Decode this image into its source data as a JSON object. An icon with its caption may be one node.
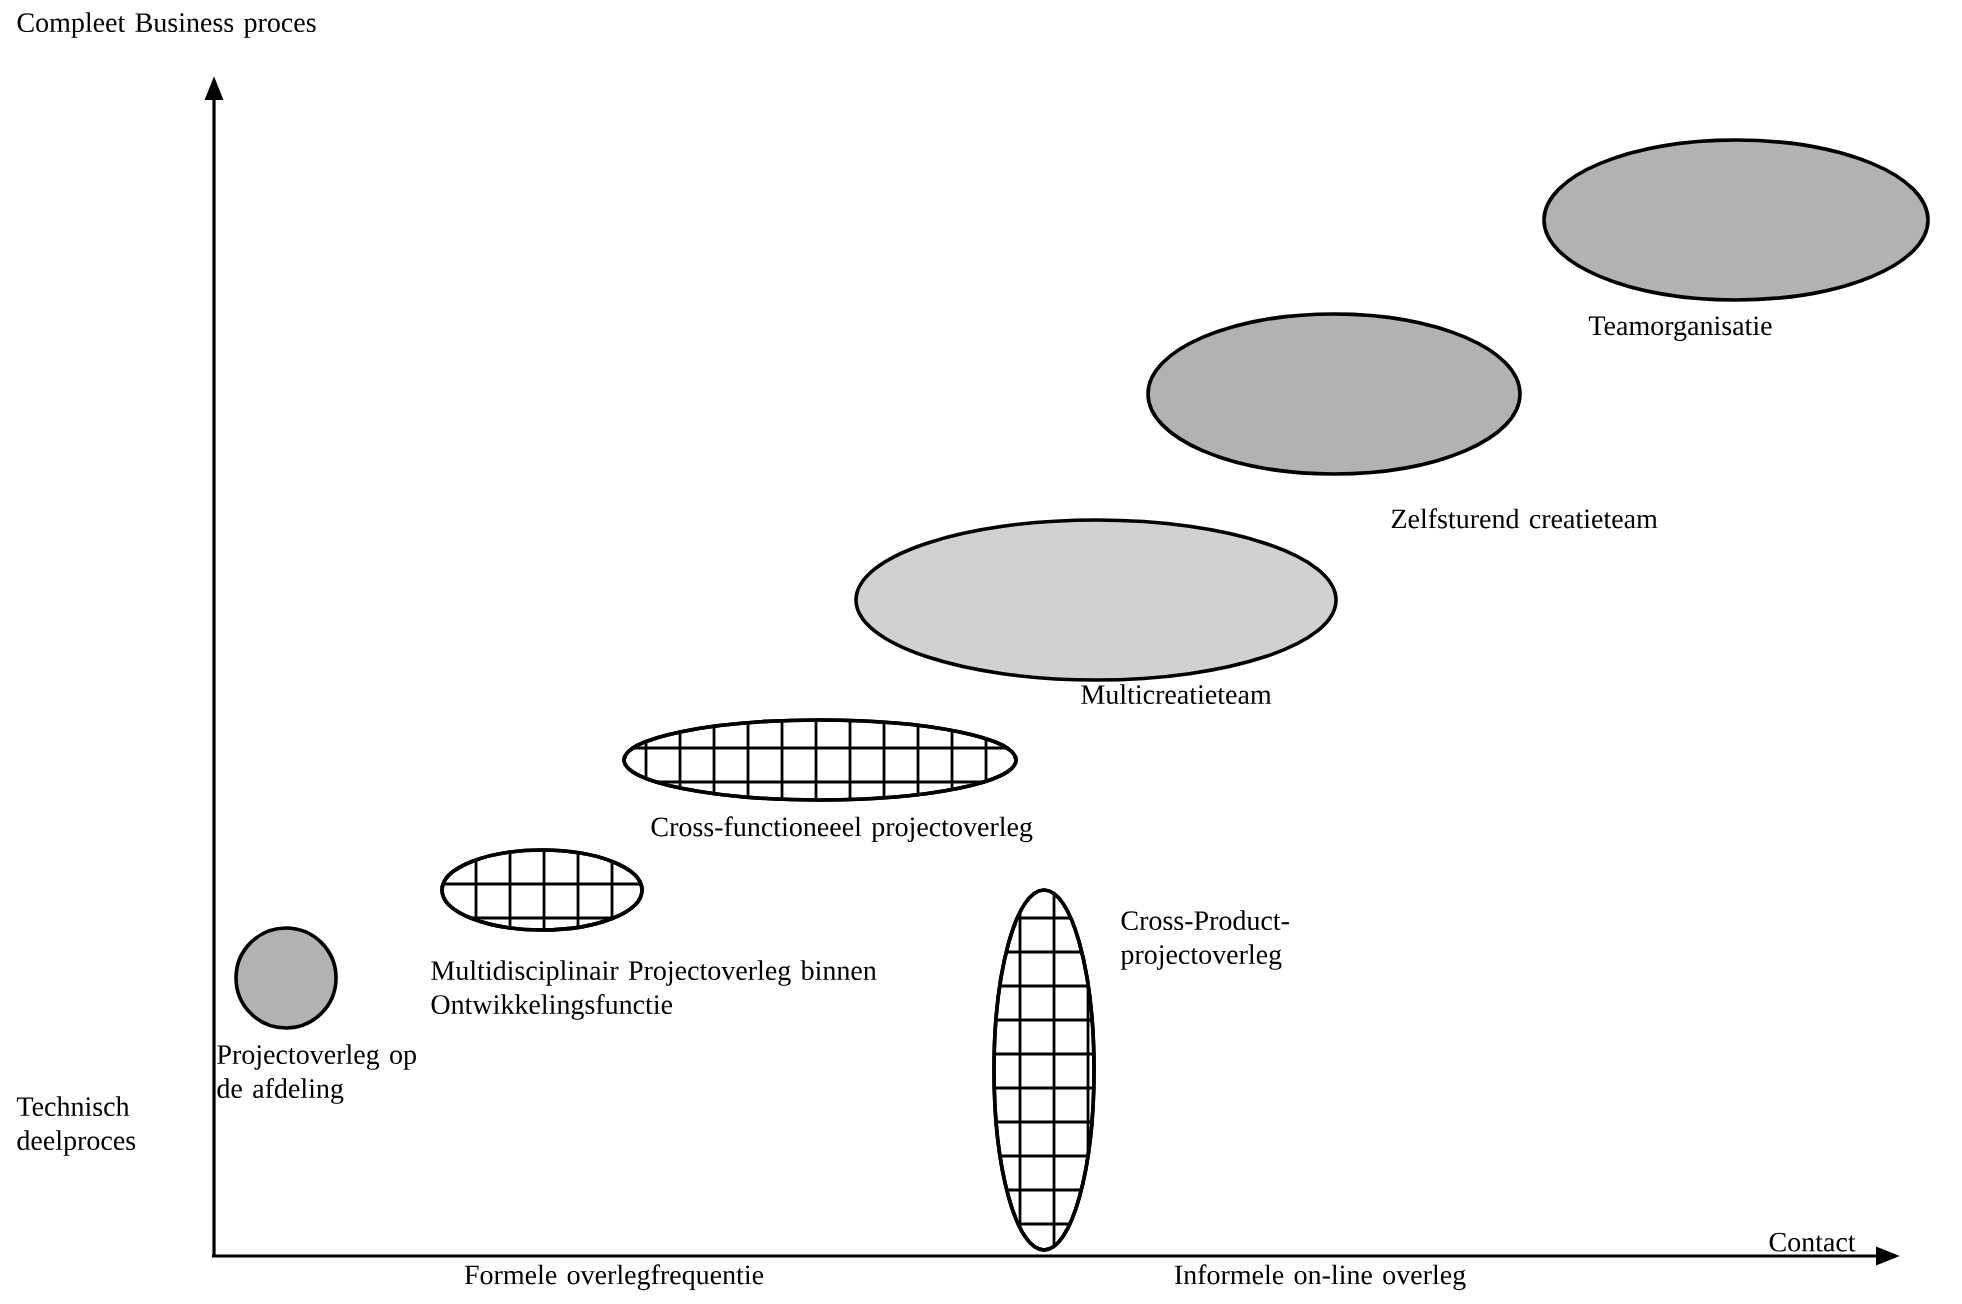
{
  "diagram": {
    "nodes": [
      {
        "text": [
          "Projectoverleg op de afdeling"
        ]
      },
      {
        "text": [
          "Multidisciplinair Projectoverleg binnen Ontwikkelingsfunctie"
        ]
      },
      {
        "text": [
          "Cross-functioneeel projectoverleg"
        ]
      },
      {
        "text": [
          "Cross-Product-projectoverleg"
        ]
      },
      {
        "text": [
          "Multicreatieteam"
        ]
      },
      {
        "text": [
          "Zelfsturend creatieteam"
        ]
      },
      {
        "text": [
          "Teamorganisatie"
        ]
      }
    ],
    "edges": [],
    "labels": [
      "Compleet Business proces",
      "Technisch deelproces",
      "Contact",
      "Formele overlegfrequentie",
      "Informele on-line overleg"
    ]
  }
}
